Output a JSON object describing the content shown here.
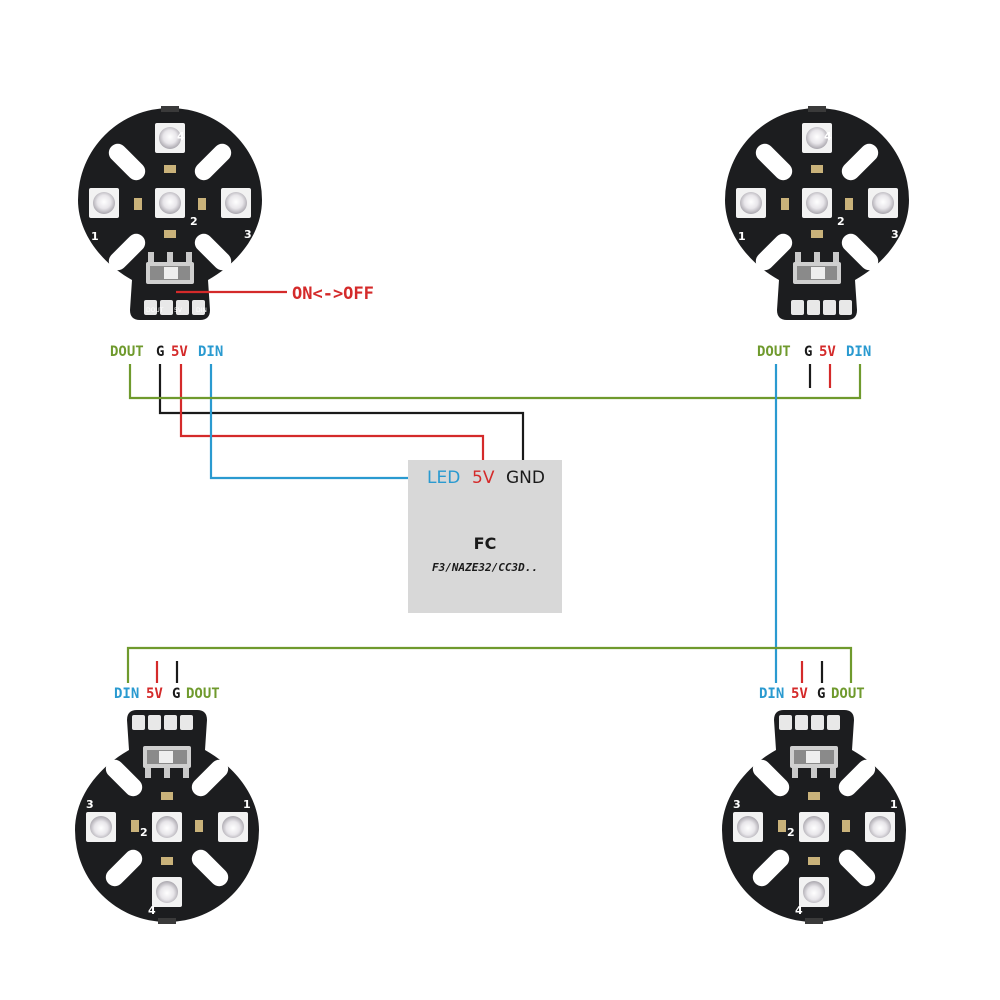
{
  "colors": {
    "dout": "#6f9a2d",
    "gnd": "#1a1a1a",
    "v5": "#d42a2a",
    "din": "#2a9ad0",
    "fc_box": "#d8d8d8",
    "board": "#1c1d1f",
    "switch_label": "#d42a2a"
  },
  "switch_annotation": "ON<->OFF",
  "pin_labels": {
    "dout": "DOUT",
    "g": "G",
    "v5": "5V",
    "din": "DIN"
  },
  "fc": {
    "port_led": "LED",
    "port_5v": "5V",
    "port_gnd": "GND",
    "title": "FC",
    "subtitle": "F3/NAZE32/CC3D.."
  },
  "board_silkscreen": {
    "led_numbers": [
      "1",
      "2",
      "3",
      "4"
    ],
    "pad_texts": [
      "DOUT",
      "5V",
      "DIN"
    ]
  }
}
